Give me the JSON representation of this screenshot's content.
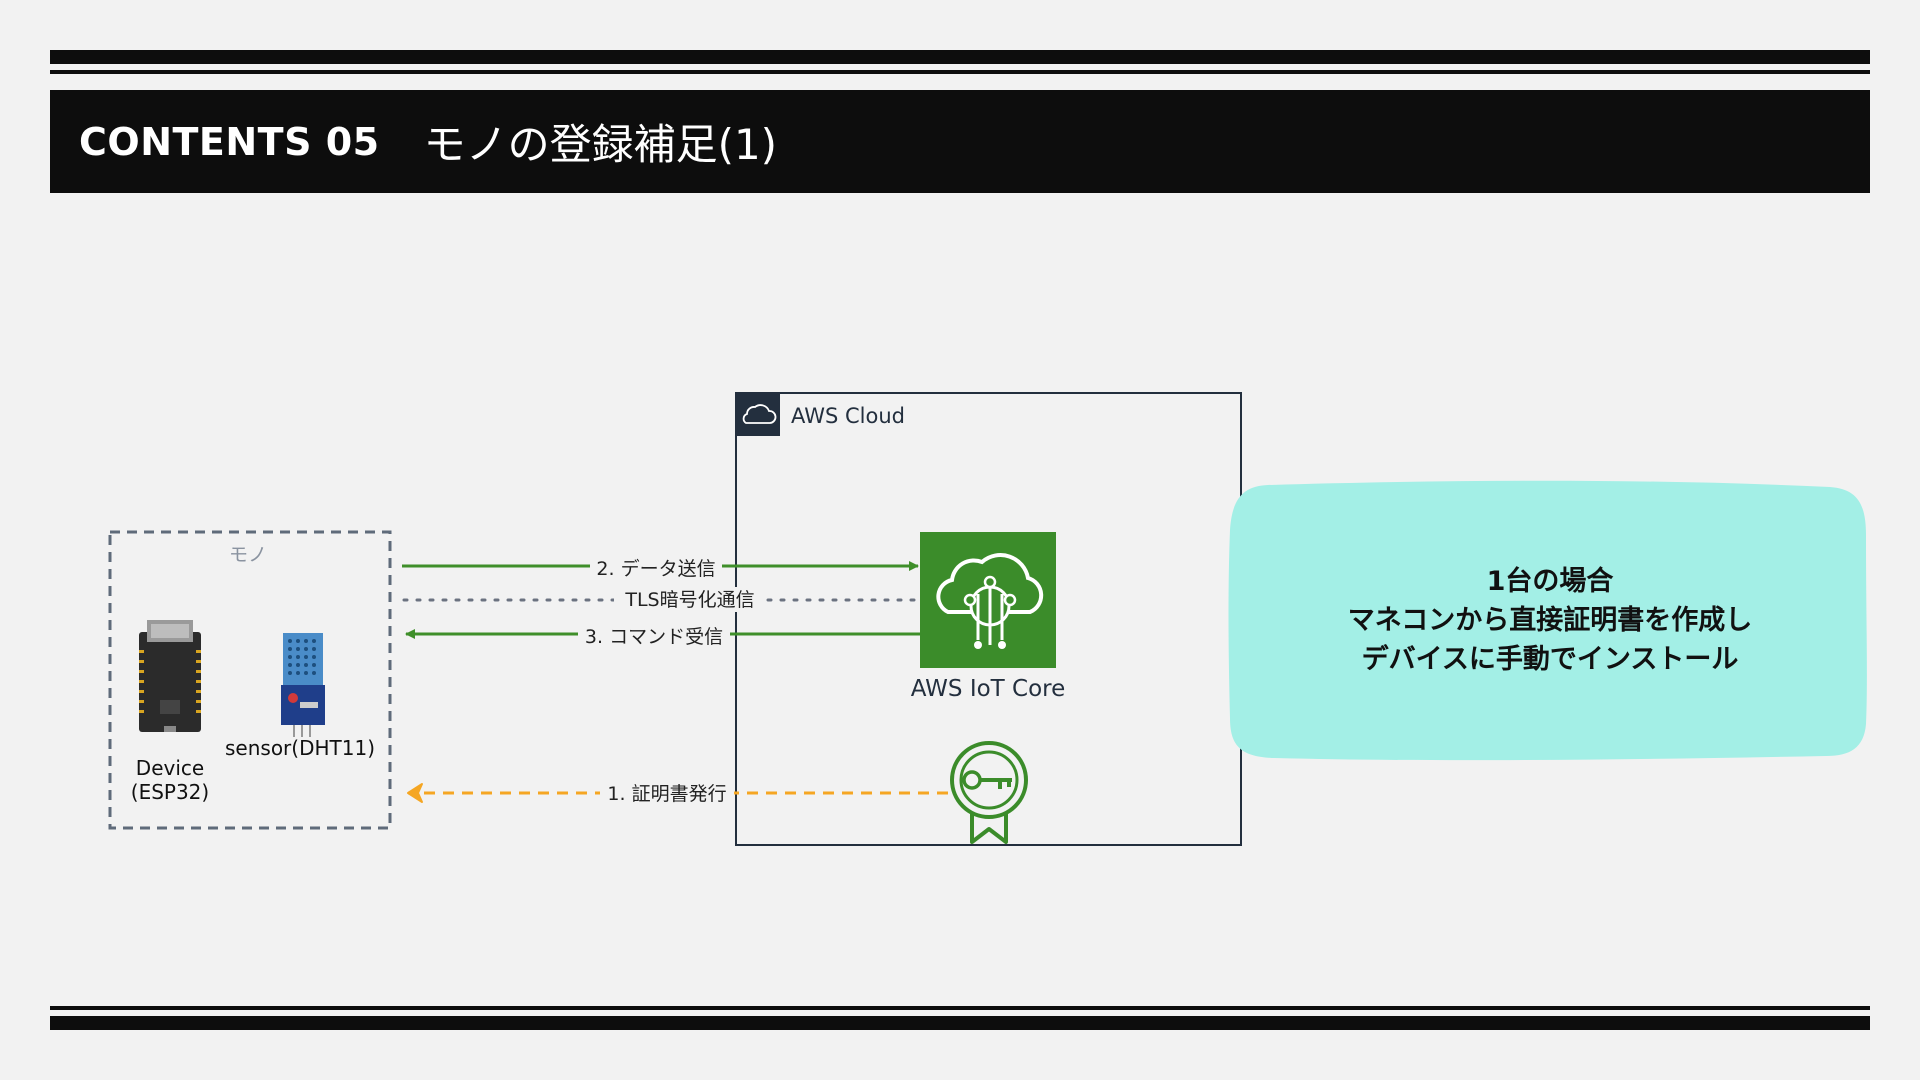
{
  "header": {
    "label": "CONTENTS 05",
    "title": "モノの登録補足(1)"
  },
  "diagram": {
    "thing_group_label": "モノ",
    "device_label_line1": "Device",
    "device_label_line2": "(ESP32)",
    "sensor_label": "sensor(DHT11)",
    "cloud_label": "AWS Cloud",
    "iot_core_label": "AWS IoT Core",
    "arrow_send_label": "2. データ送信",
    "tls_label": "TLS暗号化通信",
    "arrow_command_label": "3. コマンド受信",
    "arrow_cert_label": "1. 証明書発行"
  },
  "callout": {
    "line1": "1台の場合",
    "line2": "マネコンから直接証明書を作成し",
    "line3": "デバイスに手動でインストール"
  },
  "colors": {
    "header_bg": "#0d0d0d",
    "arrow_green": "#3f8f2a",
    "arrow_orange": "#f5a623",
    "iot_green": "#3b8c2a",
    "callout_bg": "#a3efe6",
    "cloud_header": "#232f3e"
  }
}
